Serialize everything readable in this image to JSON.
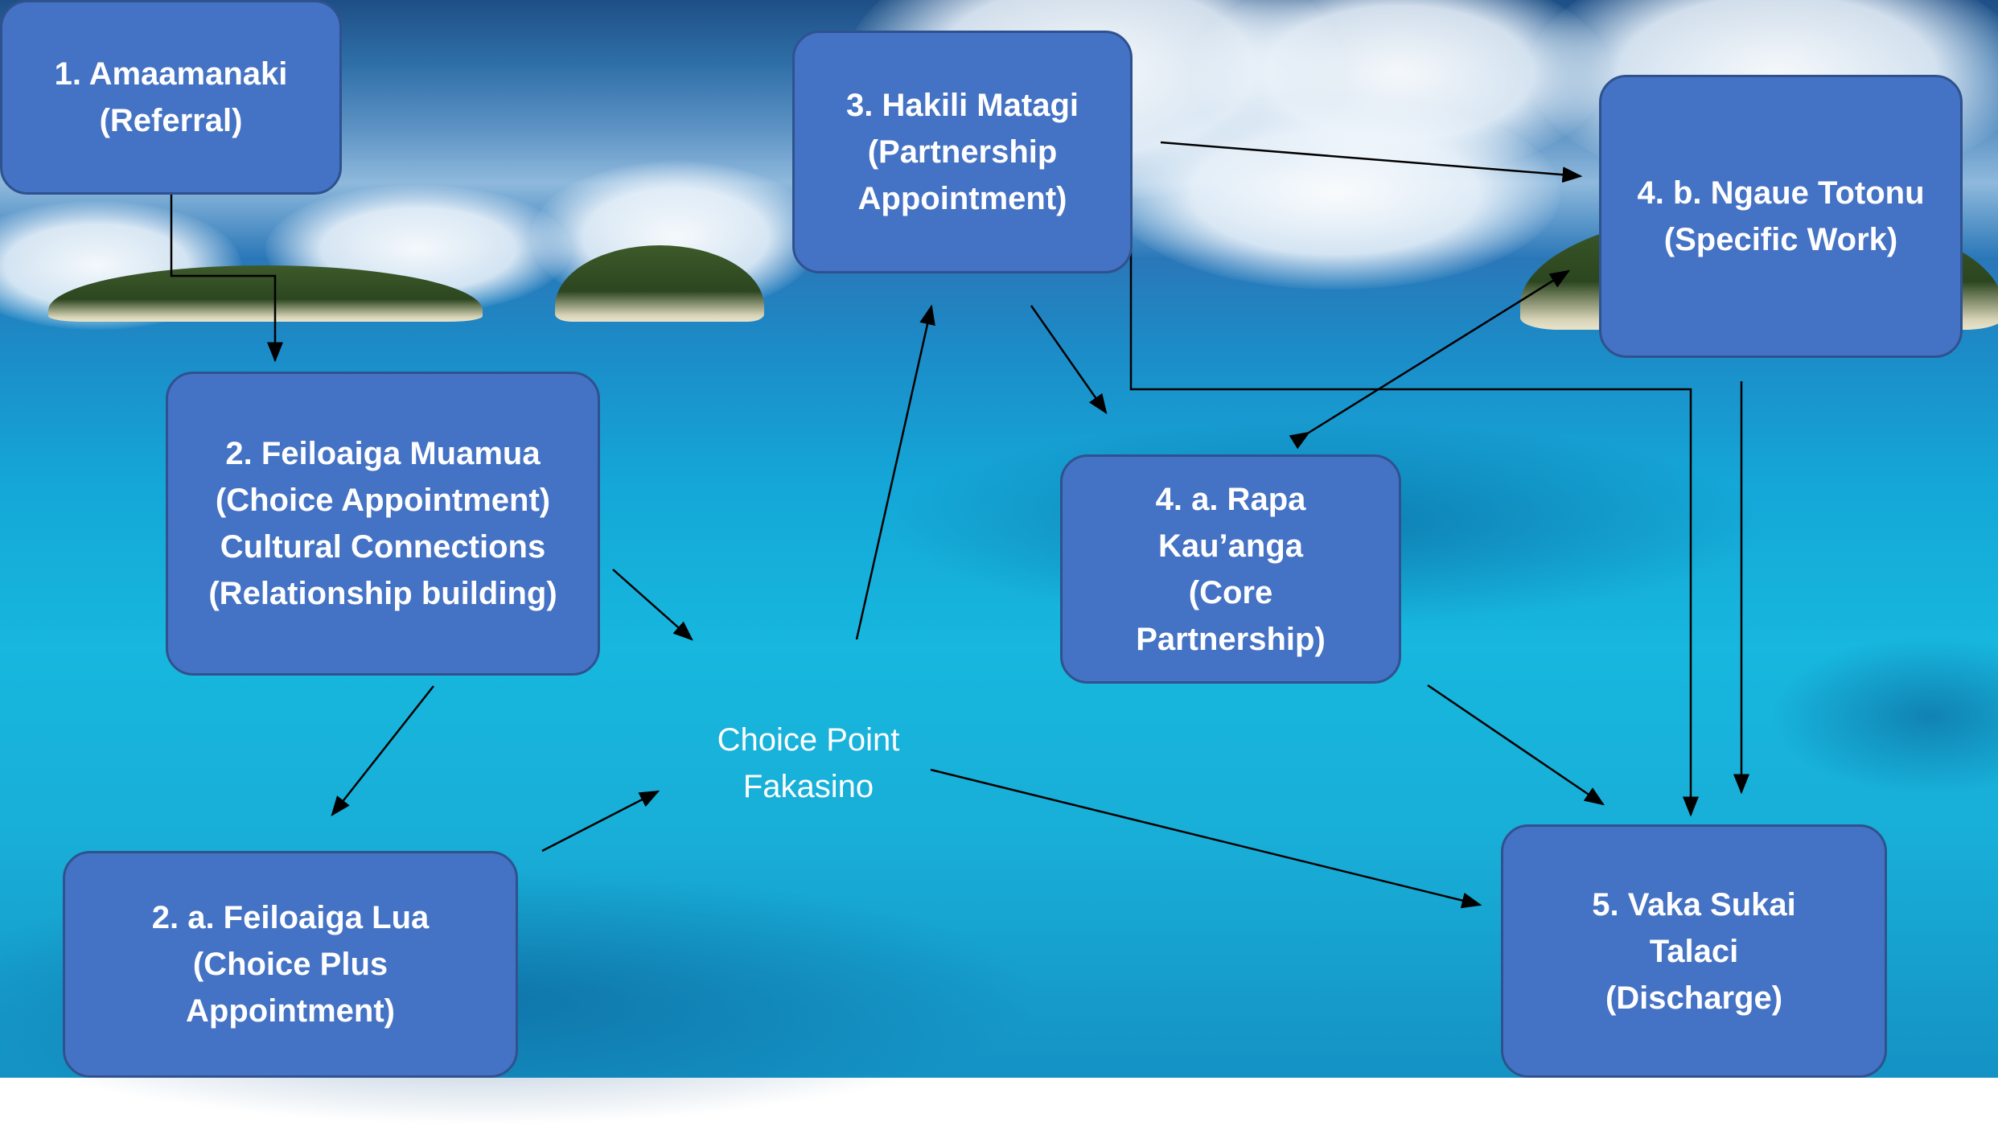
{
  "diagram": {
    "nodes": [
      {
        "id": "n1",
        "text": "1. Amaamanaki\n(Referral)"
      },
      {
        "id": "n2",
        "text": "2. Feiloaiga Muamua\n(Choice Appointment)\nCultural Connections\n(Relationship building)"
      },
      {
        "id": "n2a",
        "text": "2. a. Feiloaiga Lua\n(Choice Plus\nAppointment)"
      },
      {
        "id": "n3",
        "text": "3. Hakili Matagi\n(Partnership\nAppointment)"
      },
      {
        "id": "n4a",
        "text": "4. a. Rapa\nKau’anga\n(Core\nPartnership)"
      },
      {
        "id": "n4b",
        "text": "4. b. Ngaue Totonu\n(Specific Work)"
      },
      {
        "id": "n5",
        "text": "5. Vaka Sukai\nTalaci\n(Discharge)"
      }
    ],
    "choice_point": "Choice Point\nFakasino",
    "edges": [
      {
        "from": "n1",
        "to": "n2"
      },
      {
        "from": "n2",
        "to": "choice_point"
      },
      {
        "from": "n2",
        "to": "n2a"
      },
      {
        "from": "n2a",
        "to": "choice_point"
      },
      {
        "from": "choice_point",
        "to": "n3"
      },
      {
        "from": "choice_point",
        "to": "n5"
      },
      {
        "from": "n3",
        "to": "n4b"
      },
      {
        "from": "n3",
        "to": "n4a"
      },
      {
        "from": "n3",
        "to": "n5"
      },
      {
        "from": "n4a",
        "to": "n4b",
        "bidirectional": true
      },
      {
        "from": "n4a",
        "to": "n5"
      },
      {
        "from": "n4b",
        "to": "n5"
      }
    ]
  },
  "colors": {
    "node_fill": "#4472c4",
    "node_border": "#2f528f",
    "node_text": "#ffffff",
    "arrow": "#000000"
  }
}
